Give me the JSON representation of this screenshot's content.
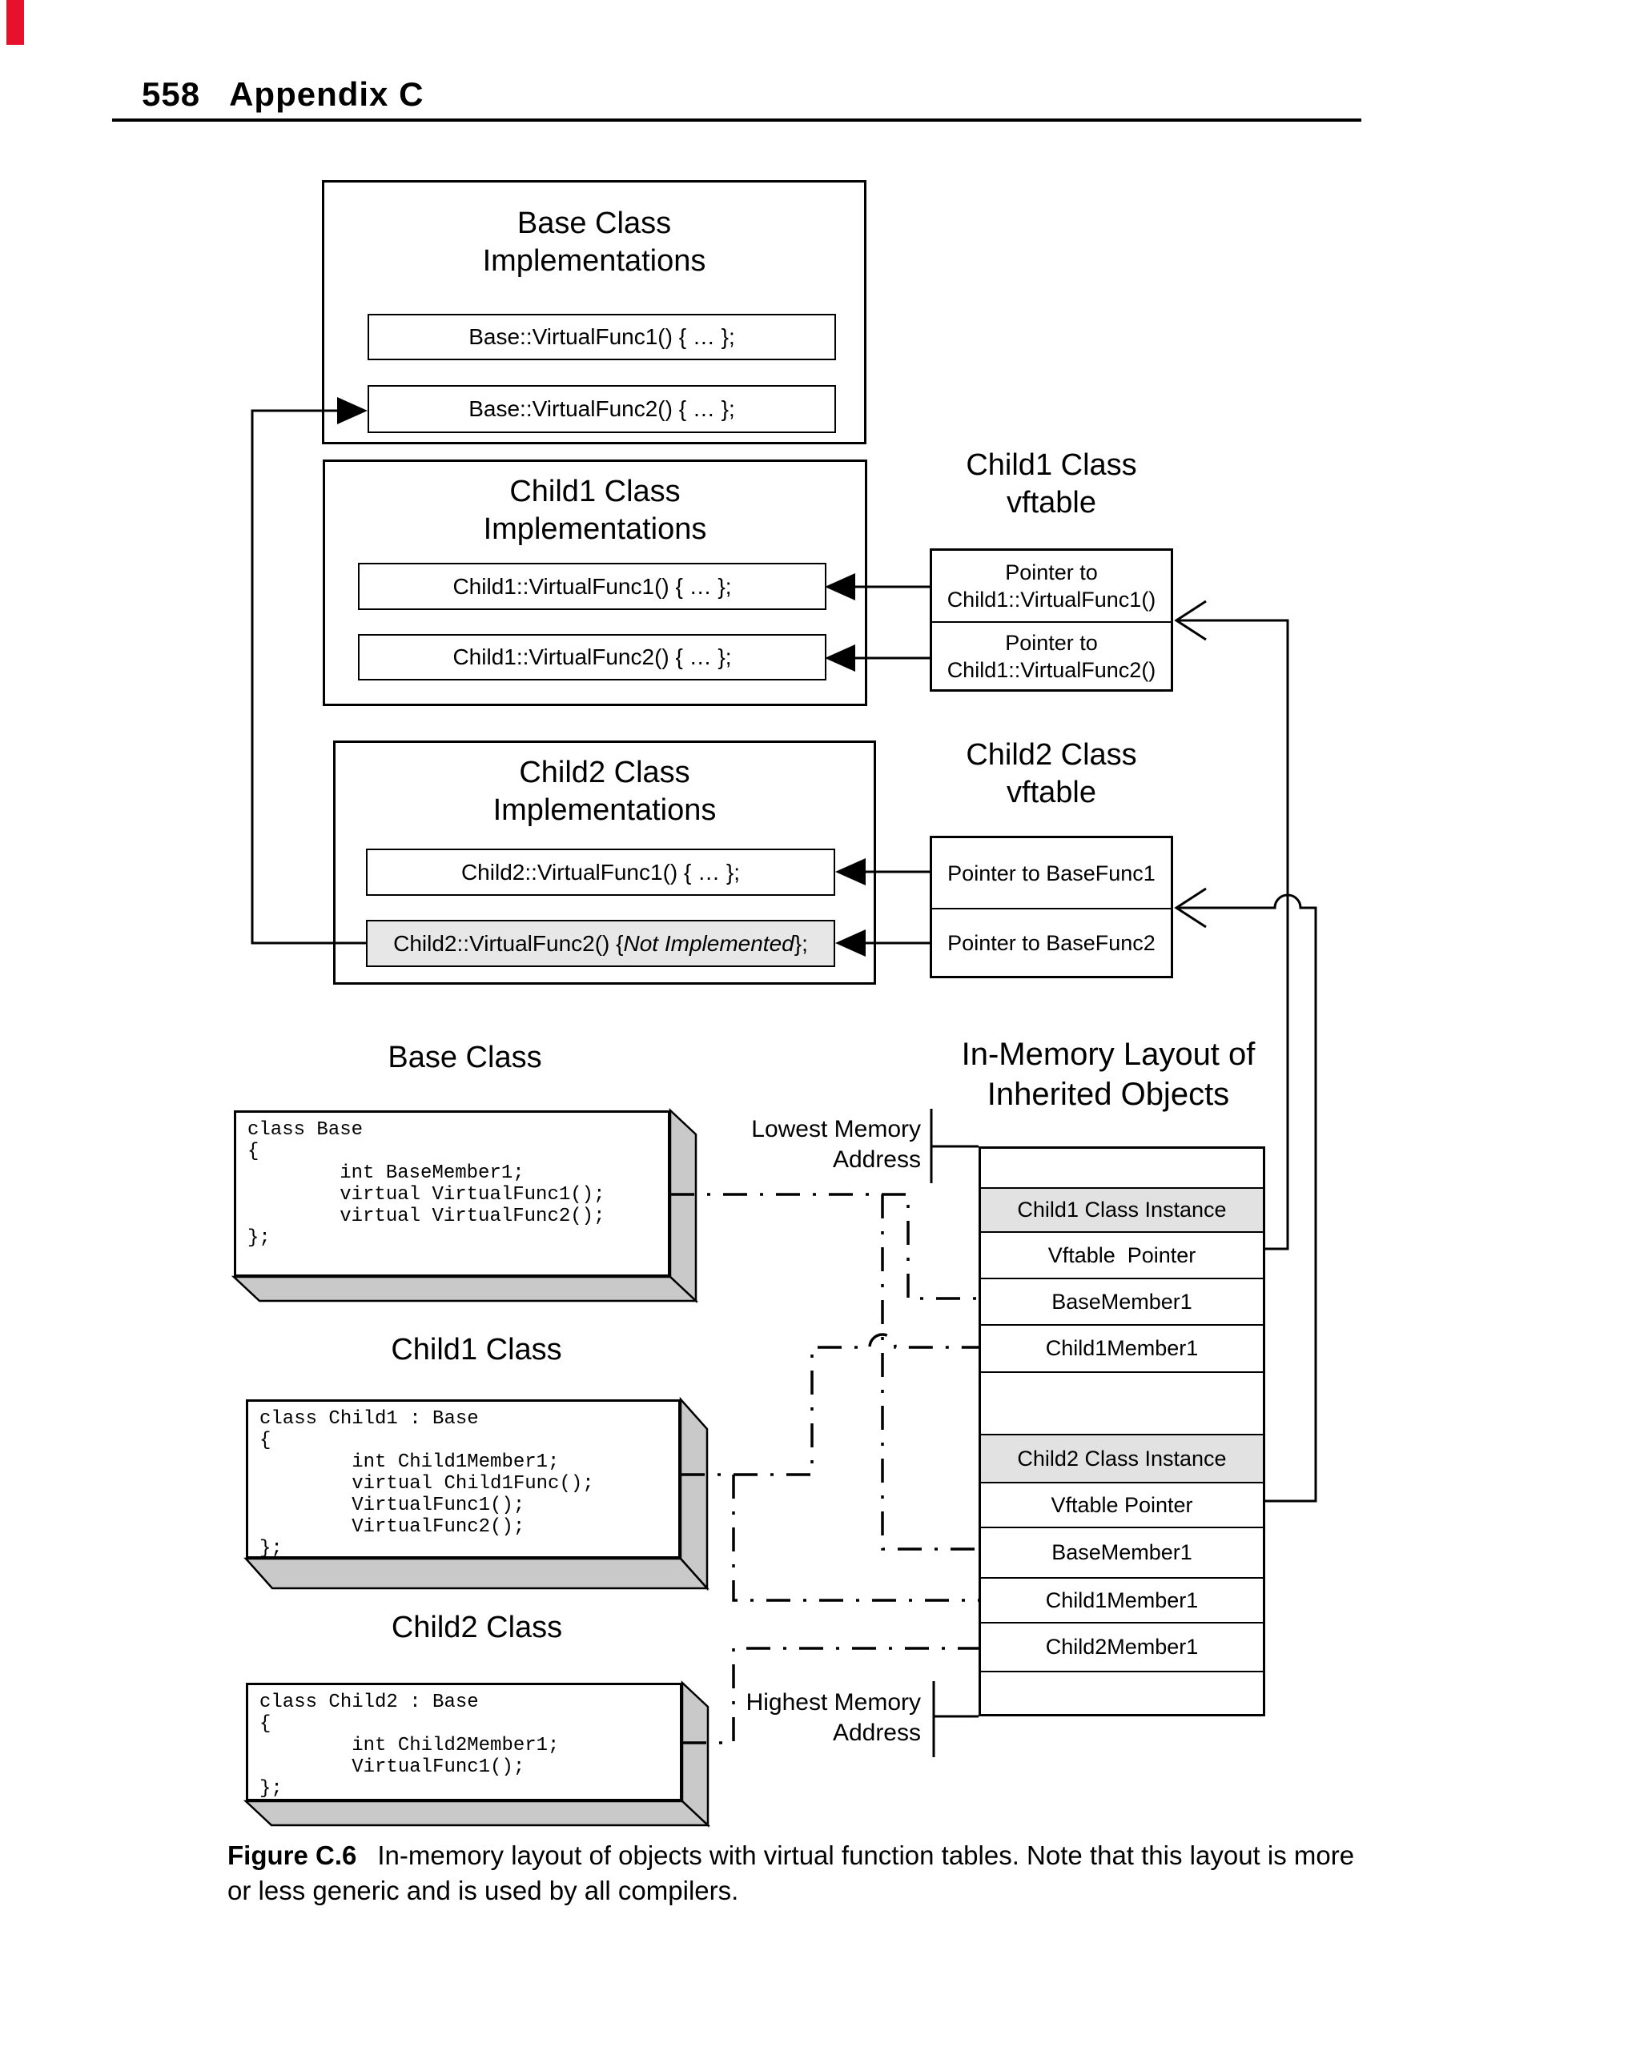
{
  "page": {
    "number": "558",
    "header": "Appendix C"
  },
  "diagram": {
    "base_impl": {
      "title": "Base Class\nImplementations",
      "func1": "Base::VirtualFunc1() { … };",
      "func2": "Base::VirtualFunc2() { … };"
    },
    "child1_impl": {
      "title": "Child1 Class\nImplementations",
      "func1": "Child1::VirtualFunc1() { … };",
      "func2": "Child1::VirtualFunc2() { … };"
    },
    "child2_impl": {
      "title": "Child2 Class\nImplementations",
      "func1": "Child2::VirtualFunc1() { … };",
      "func2_prefix": "Child2::VirtualFunc2() { ",
      "func2_italic": "Not Implemented",
      "func2_suffix": " };"
    },
    "child1_vftable": {
      "title": "Child1 Class\nvftable",
      "slot1": "Pointer to\nChild1::VirtualFunc1()",
      "slot2": "Pointer to\nChild1::VirtualFunc2()"
    },
    "child2_vftable": {
      "title": "Child2 Class\nvftable",
      "slot1": "Pointer to BaseFunc1",
      "slot2": "Pointer to BaseFunc2"
    },
    "base_class": {
      "title": "Base Class",
      "code": "class Base\n{\n        int BaseMember1;\n        virtual VirtualFunc1();\n        virtual VirtualFunc2();\n};"
    },
    "child1_class": {
      "title": "Child1 Class",
      "code": "class Child1 : Base\n{\n        int Child1Member1;\n        virtual Child1Func();\n        VirtualFunc1();\n        VirtualFunc2();\n};"
    },
    "child2_class": {
      "title": "Child2 Class",
      "code": "class Child2 : Base\n{\n        int Child2Member1;\n        VirtualFunc1();\n};"
    },
    "memory": {
      "title": "In-Memory Layout of\nInherited Objects",
      "lowest": "Lowest Memory\nAddress",
      "highest": "Highest Memory\nAddress",
      "rows": [
        {
          "label": ""
        },
        {
          "label": "Child1 Class Instance"
        },
        {
          "label": "Vftable  Pointer"
        },
        {
          "label": "BaseMember1"
        },
        {
          "label": "Child1Member1"
        },
        {
          "label": ""
        },
        {
          "label": "Child2 Class Instance"
        },
        {
          "label": "Vftable Pointer"
        },
        {
          "label": "BaseMember1"
        },
        {
          "label": "Child1Member1"
        },
        {
          "label": "Child2Member1"
        },
        {
          "label": ""
        }
      ]
    }
  },
  "caption": {
    "label": "Figure C.6",
    "text": "In-memory layout of objects with virtual function tables. Note that this layout is more or less generic and is used by all compilers."
  },
  "colors": {
    "slab_gray": "#c9c9c9",
    "shaded_row": "#e2e2e2",
    "not_implemented_bg": "#e7e7e7",
    "line": "#000000",
    "edge_marker_red": "#e8112d"
  }
}
